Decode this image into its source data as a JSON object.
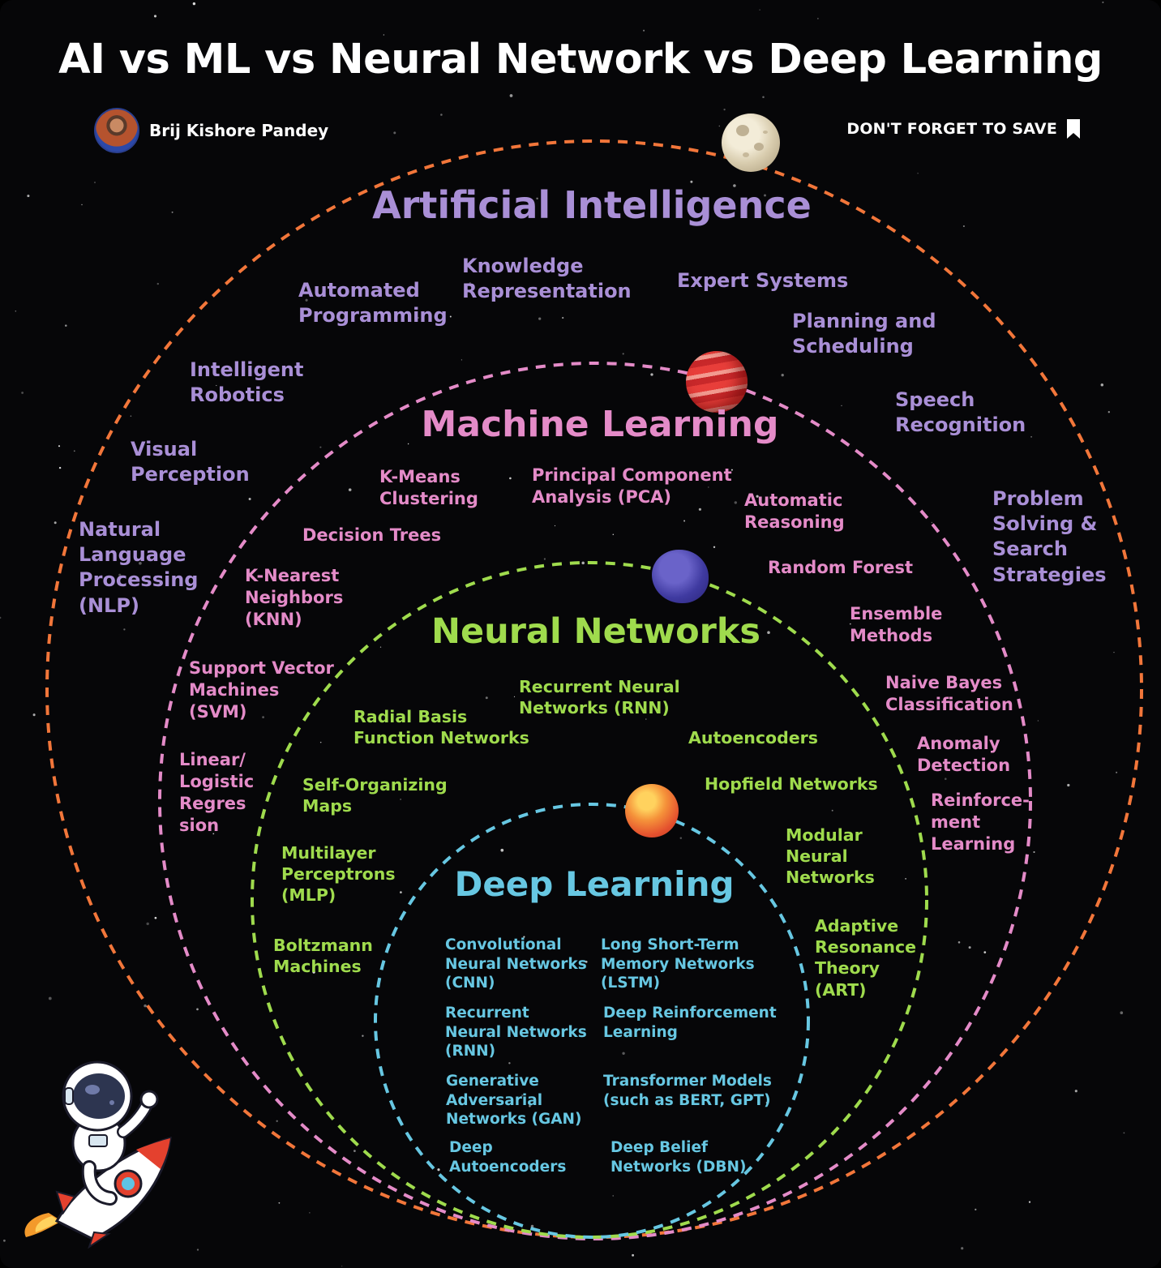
{
  "header": {
    "title": "AI vs ML vs Neural Network vs Deep Learning",
    "author": "Brij Kishore Pandey",
    "save_label": "DON'T FORGET TO SAVE"
  },
  "colors": {
    "ai": "#a98fd6",
    "ai_ring": "#f2763a",
    "ml": "#e48bc8",
    "nn": "#9fdb4d",
    "dl": "#67c7e2",
    "background": "#060608"
  },
  "icons": [
    "bookmark-icon",
    "moon-planet",
    "red-planet",
    "blue-planet",
    "orange-planet",
    "astronaut-on-rocket"
  ],
  "ai": {
    "heading": "Artificial Intelligence",
    "items": [
      "Automated\nProgramming",
      "Knowledge\nRepresentation",
      "Expert Systems",
      "Planning and\nScheduling",
      "Intelligent\nRobotics",
      "Speech\nRecognition",
      "Visual\nPerception",
      "Problem\nSolving &\nSearch\nStrategies",
      "Natural\nLanguage\nProcessing\n(NLP)"
    ]
  },
  "ml": {
    "heading": "Machine Learning",
    "items": [
      "K-Means\nClustering",
      "Principal Component\nAnalysis (PCA)",
      "Automatic\nReasoning",
      "Decision Trees",
      "Random Forest",
      "K-Nearest\nNeighbors\n(KNN)",
      "Ensemble\nMethods",
      "Support Vector\nMachines\n(SVM)",
      "Naive Bayes\nClassification",
      "Anomaly\nDetection",
      "Linear/\nLogistic\nRegres\nsion",
      "Reinforce-\nment\nLearning"
    ]
  },
  "nn": {
    "heading": "Neural Networks",
    "items": [
      "Recurrent Neural\nNetworks (RNN)",
      "Radial Basis\nFunction Networks",
      "Autoencoders",
      "Self-Organizing\nMaps",
      "Hopfield Networks",
      "Modular\nNeural\nNetworks",
      "Multilayer\nPerceptrons\n(MLP)",
      "Adaptive\nResonance\nTheory\n(ART)",
      "Boltzmann\nMachines"
    ]
  },
  "dl": {
    "heading": "Deep Learning",
    "items": [
      "Convolutional\nNeural Networks\n(CNN)",
      "Long Short-Term\nMemory Networks\n(LSTM)",
      "Recurrent\nNeural Networks\n(RNN)",
      "Deep Reinforcement\nLearning",
      "Generative\nAdversarial\nNetworks (GAN)",
      "Transformer Models\n(such as BERT, GPT)",
      "Deep\nAutoencoders",
      "Deep Belief\nNetworks (DBN)"
    ]
  }
}
